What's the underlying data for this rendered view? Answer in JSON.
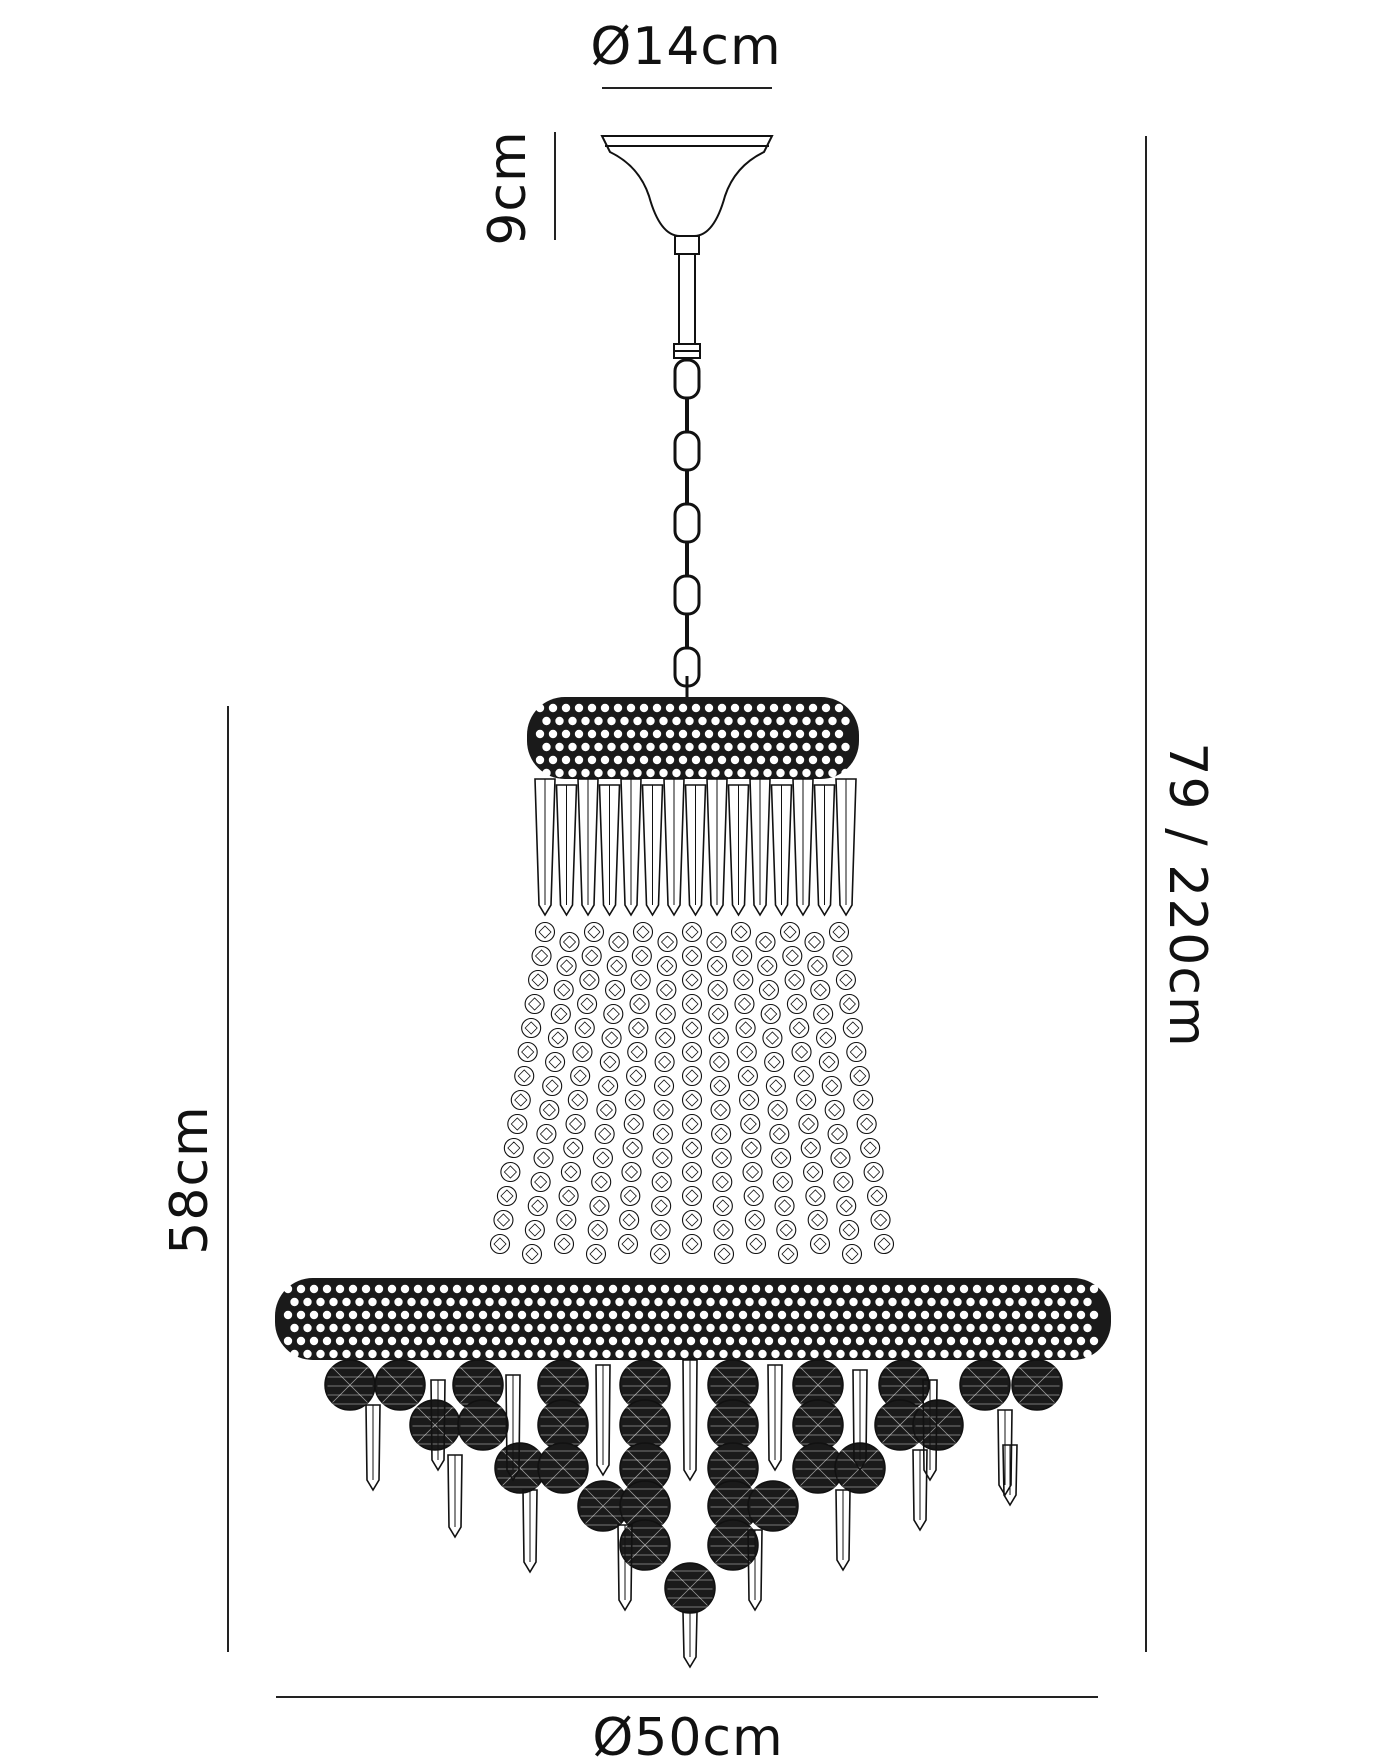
{
  "dimensions": {
    "canopy_diameter": "Ø14cm",
    "canopy_height": "9cm",
    "body_height": "58cm",
    "overall_height": "79 / 220cm",
    "body_diameter": "Ø50cm"
  },
  "colors": {
    "line": "#111111",
    "dark": "#1a1a1a",
    "light_bead": "#ffffff"
  }
}
